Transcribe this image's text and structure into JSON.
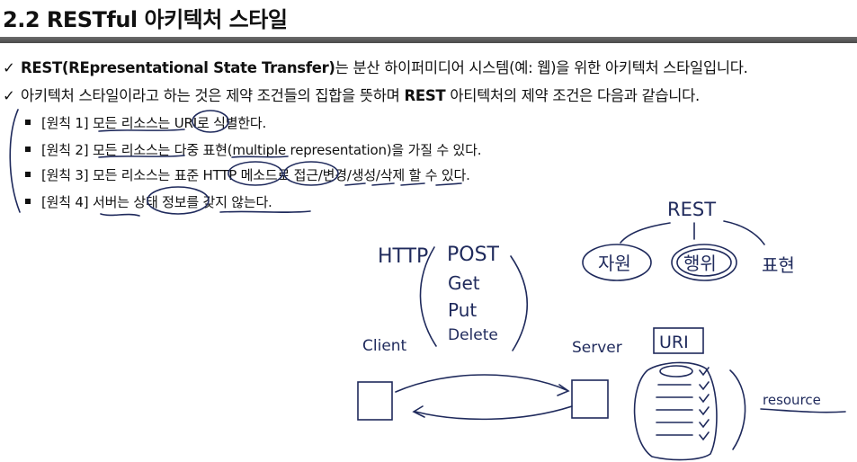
{
  "title": "2.2 RESTful 아키텍처 스타일",
  "bullets": [
    {
      "mark": "✓",
      "pre": "",
      "bold": "REST(REpresentational State Transfer)",
      "post": "는 분산 하이퍼미디어 시스템(예: 웹)을 위한 아키텍처 스타일입니다."
    },
    {
      "mark": "✓",
      "pre": "아키텍처 스타일이라고 하는 것은 제약 조건들의 집합을 뜻하며 ",
      "bold": "REST",
      "post": " 아티텍처의 제약 조건은 다음과 같습니다."
    }
  ],
  "principles": [
    "[원칙 1] 모든 리소스는 URI로 식별한다.",
    "[원칙 2] 모든 리소스는 다중 표현(multiple representation)을 가질 수 있다.",
    "[원칙 3] 모든 리소스는 표준 HTTP 메소드로 접근/변경/생성/삭제 할 수 있다.",
    "[원칙 4] 서버는 상태 정보를 갖지 않는다."
  ],
  "handwriting": {
    "rest": "REST",
    "resource_ko": "자원",
    "behavior_ko": "행위",
    "representation_ko": "표현",
    "http": "HTTP",
    "methods": [
      "POST",
      "Get",
      "Put",
      "Delete"
    ],
    "client": "Client",
    "server": "Server",
    "uri": "URI",
    "resource_en": "resource"
  },
  "colors": {
    "ink": "#1f2a5c",
    "title_bar": "#555555"
  }
}
